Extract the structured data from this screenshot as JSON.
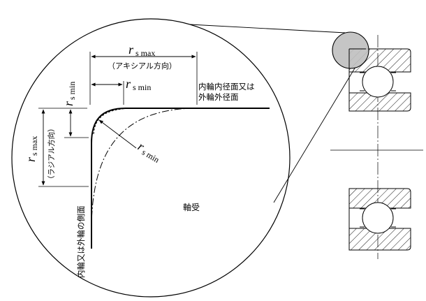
{
  "labels": {
    "r_symbol": "r",
    "max_subscript": "s max",
    "min_subscript": "s min",
    "axial_direction": "（アキシアル方向）",
    "radial_direction": "（ラジアル方向）",
    "bore_surface": [
      "内輪内径面又は",
      "外輪外径面"
    ],
    "side_face": "内輪又は外輪の側面",
    "bearing": "軸受"
  },
  "colors": {
    "line": "#000000",
    "circle_fill": "#bfbfbf",
    "hatch": "#000000"
  }
}
